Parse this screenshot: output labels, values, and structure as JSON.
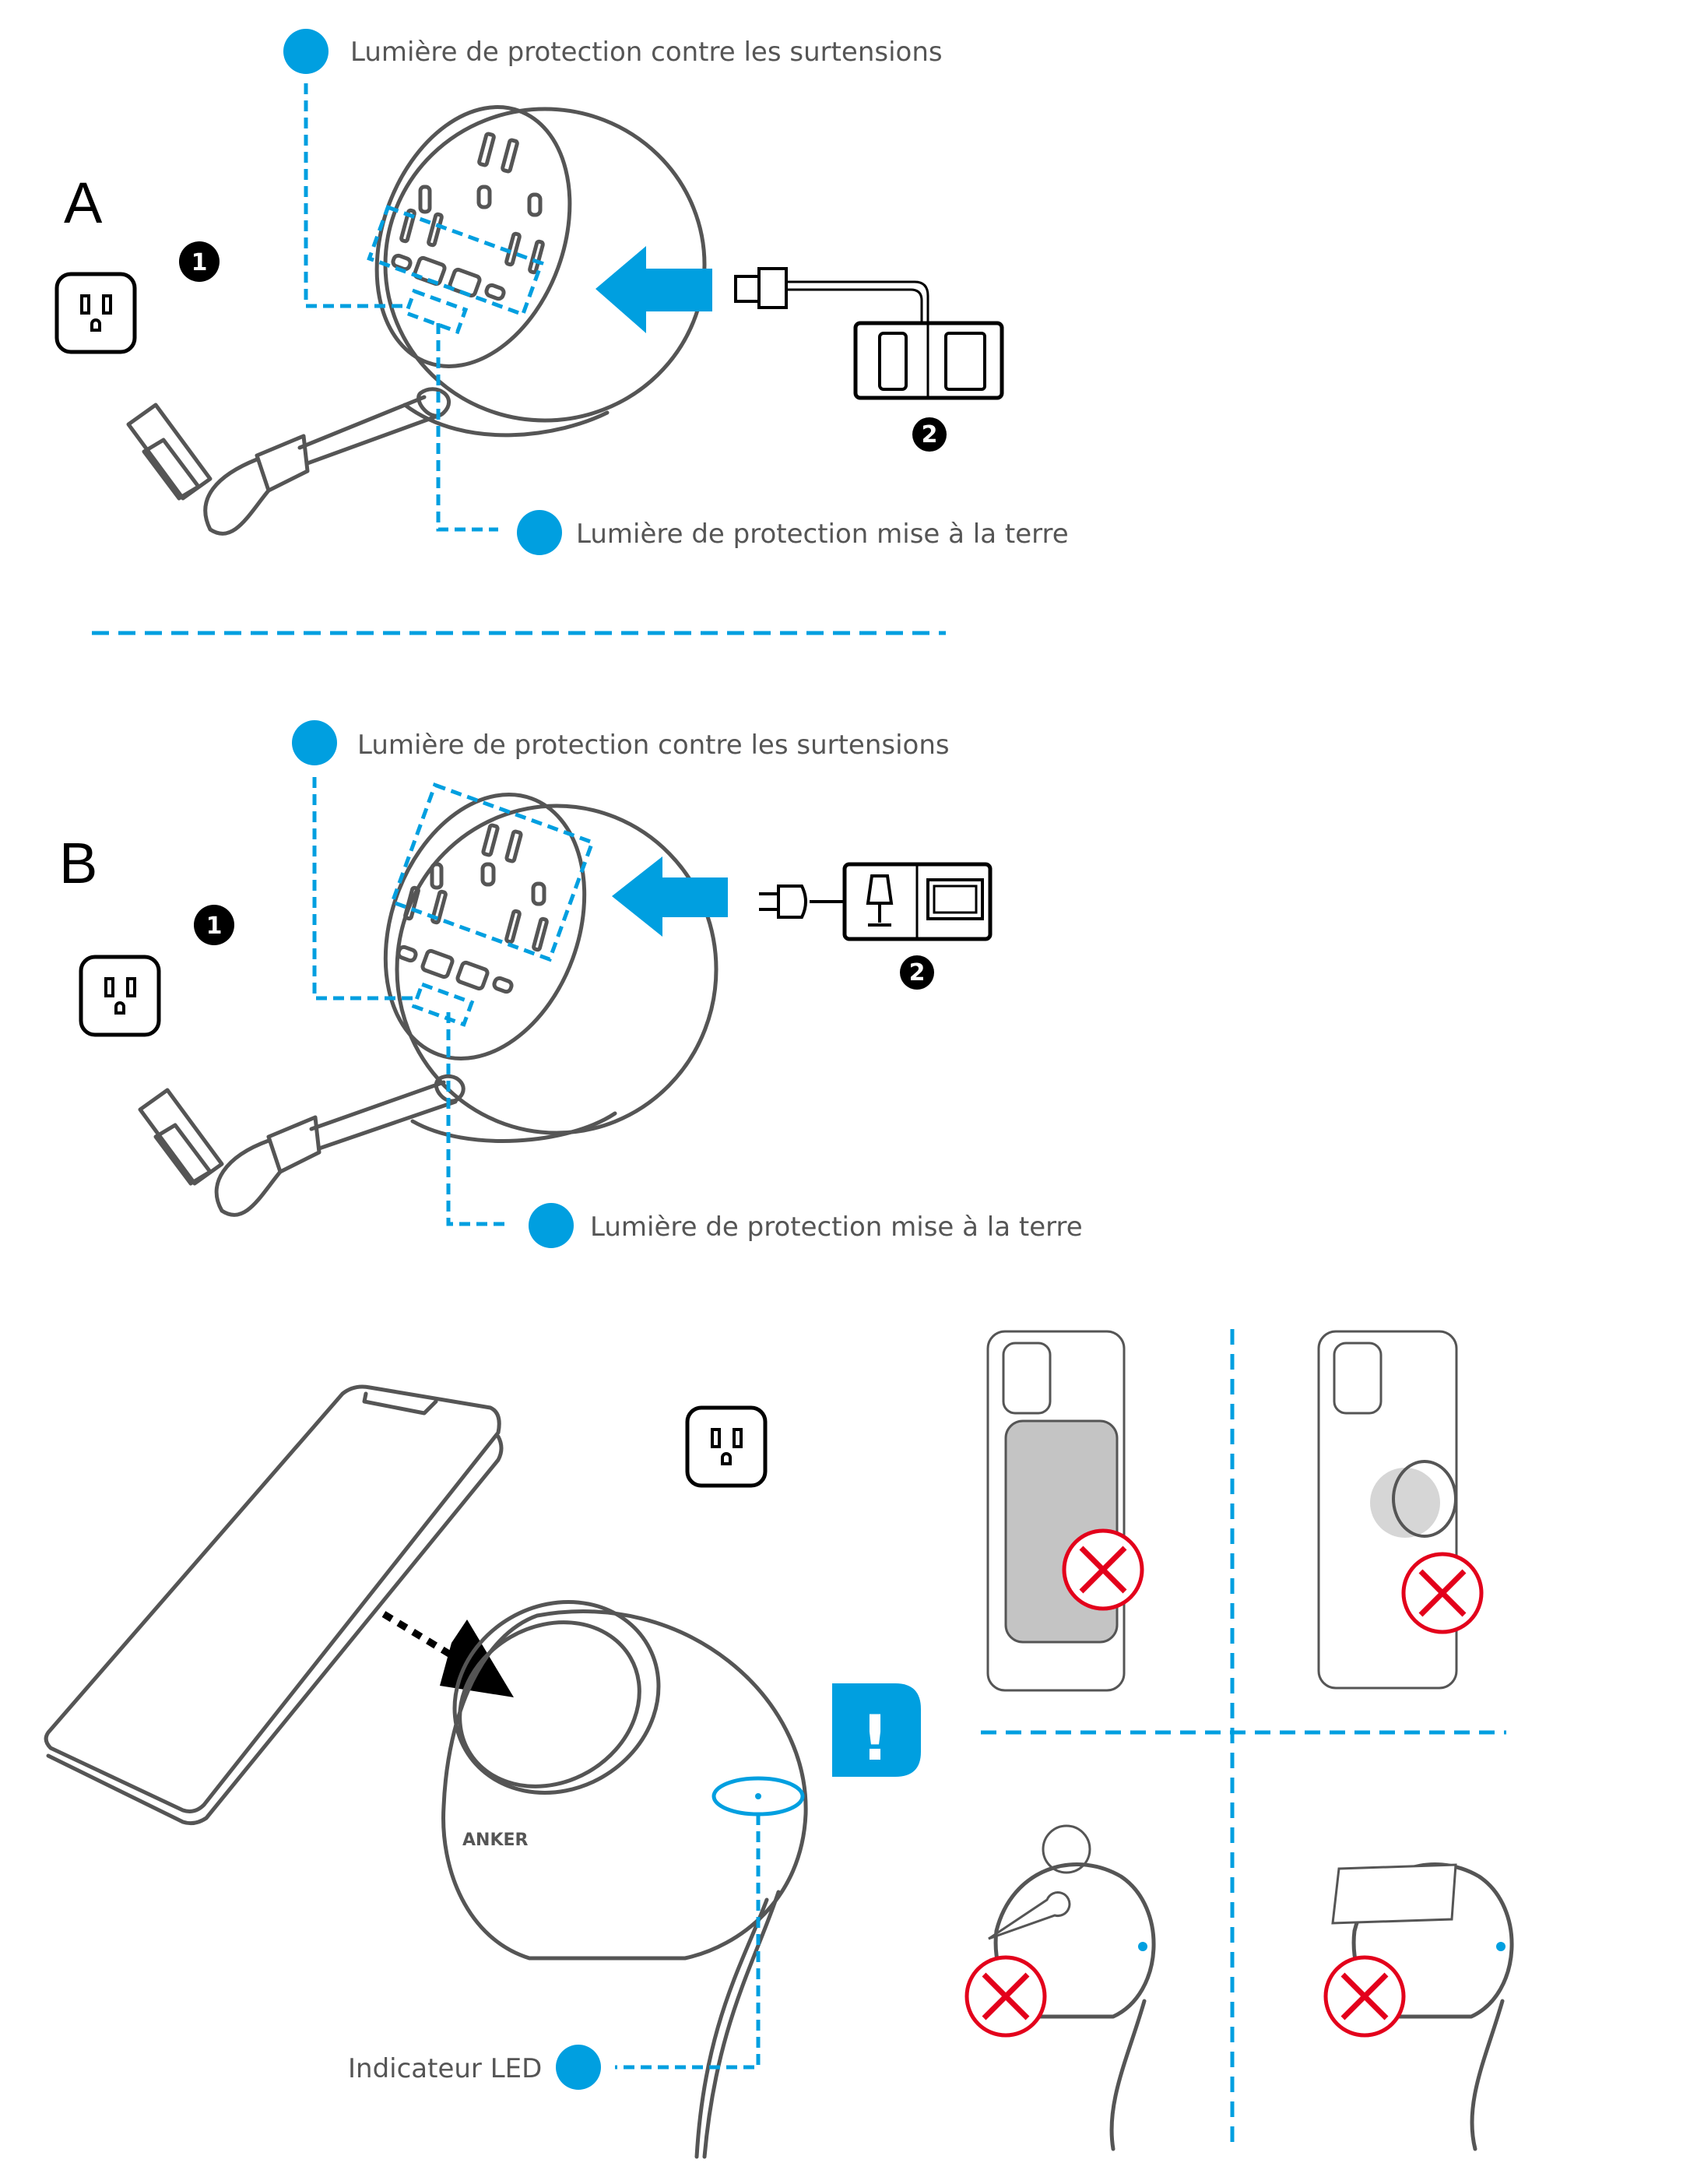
{
  "section_a": {
    "letter": "A",
    "step1": "1",
    "step2": "2",
    "surge_label": "Lumière de protection contre les surtensions",
    "ground_label": "Lumière de protection mise à la terre"
  },
  "section_b": {
    "letter": "B",
    "step1": "1",
    "step2": "2",
    "surge_label": "Lumière de protection contre les surtensions",
    "ground_label": "Lumière de protection mise à la terre"
  },
  "section_c": {
    "brand": "ANKER",
    "warning_symbol": "!",
    "led_label": "Indicateur LED"
  },
  "colors": {
    "accent": "#009fe0",
    "warning_x": "#e3001b",
    "line": "#555555"
  }
}
